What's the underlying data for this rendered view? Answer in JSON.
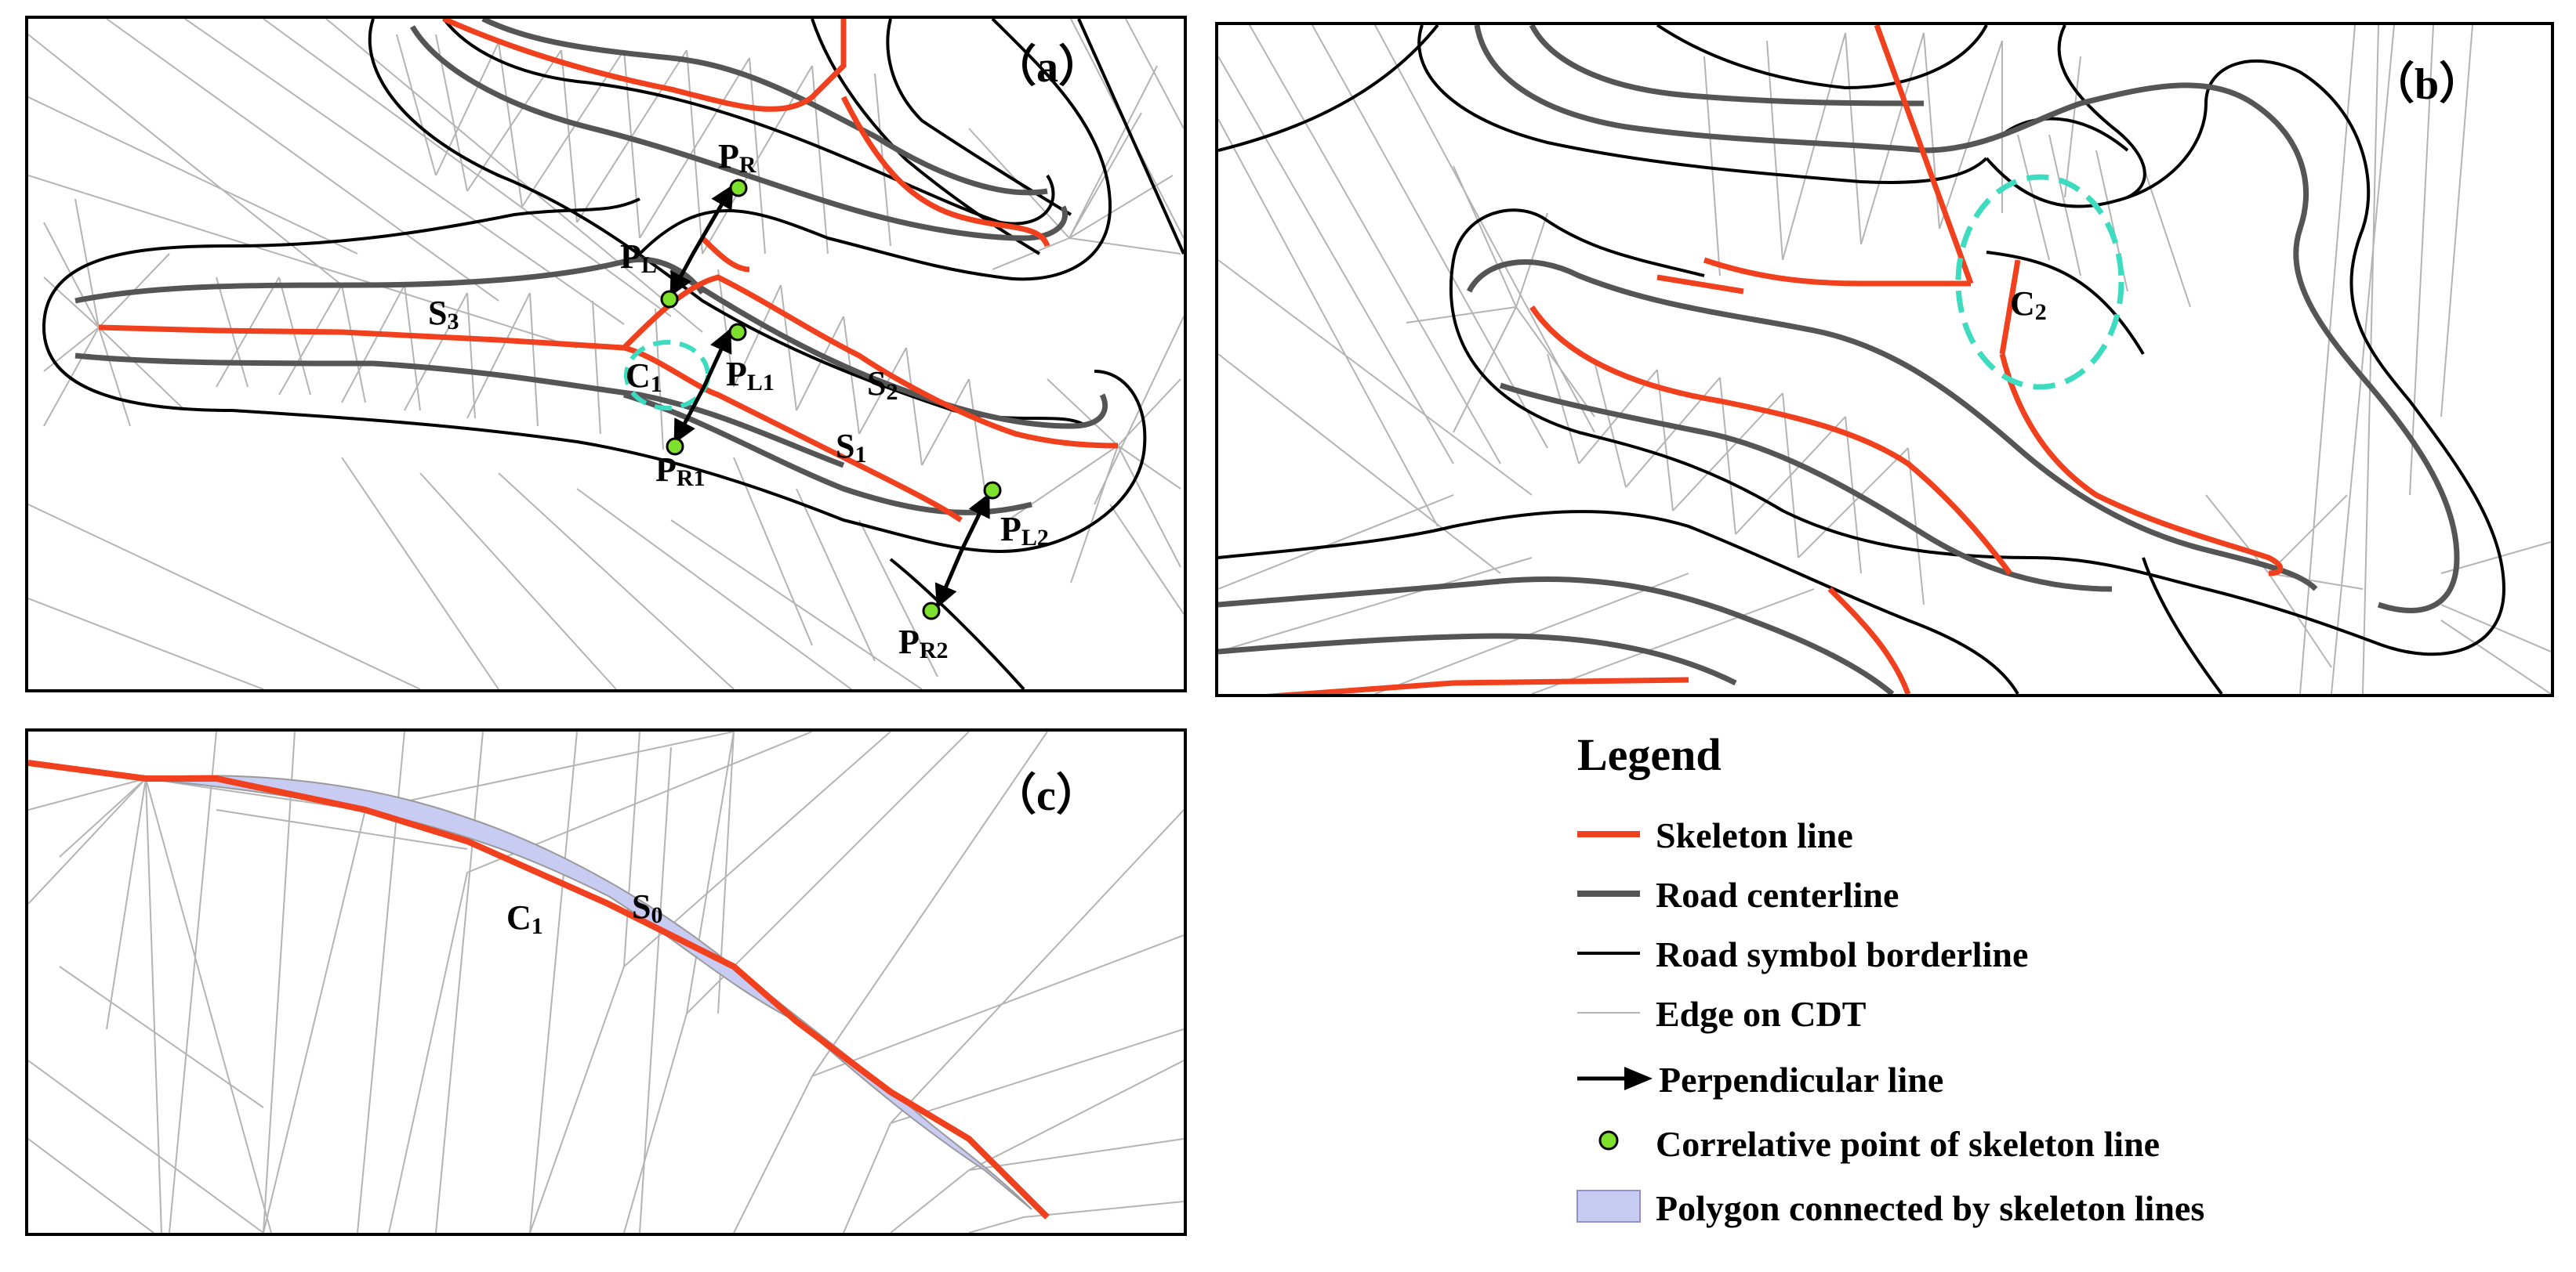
{
  "panels": {
    "a": {
      "label": "（a）",
      "labels": {
        "pr": "P",
        "pr_sub": "R",
        "pl": "P",
        "pl_sub": "L",
        "pl1": "P",
        "pl1_sub": "L1",
        "pr1": "P",
        "pr1_sub": "R1",
        "pl2": "P",
        "pl2_sub": "L2",
        "pr2": "P",
        "pr2_sub": "R2",
        "s1": "S",
        "s1_sub": "1",
        "s2": "S",
        "s2_sub": "2",
        "s3": "S",
        "s3_sub": "3",
        "c1": "C",
        "c1_sub": "1"
      }
    },
    "b": {
      "label": "（b）",
      "labels": {
        "c2": "C",
        "c2_sub": "2"
      }
    },
    "c": {
      "label": "（c）",
      "labels": {
        "c1": "C",
        "c1_sub": "1",
        "s0": "S",
        "s0_sub": "0"
      }
    }
  },
  "legend": {
    "title": "Legend",
    "items": [
      {
        "label": "Skeleton line",
        "symbol": "skeleton-line",
        "color": "#F0401E"
      },
      {
        "label": "Road centerline",
        "symbol": "road-centerline",
        "color": "#555555"
      },
      {
        "label": "Road symbol borderline",
        "symbol": "road-borderline",
        "color": "#000000"
      },
      {
        "label": "Edge on CDT",
        "symbol": "cdt-edge",
        "color": "#B4B4B4"
      },
      {
        "label": "Perpendicular line",
        "symbol": "perpendicular-arrow",
        "color": "#000000"
      },
      {
        "label": "Correlative point of skeleton line",
        "symbol": "correlative-point",
        "color": "#7CE02C"
      },
      {
        "label": "Polygon connected by skeleton lines",
        "symbol": "polygon-fill",
        "color": "#C8CBF2"
      }
    ]
  },
  "colors": {
    "skeleton": "#F0401E",
    "centerline": "#555555",
    "border": "#000000",
    "cdt": "#B4B4B4",
    "point": "#7CE02C",
    "highlight_ellipse": "#3DDCC0",
    "polygon": "#C8CBF2"
  }
}
